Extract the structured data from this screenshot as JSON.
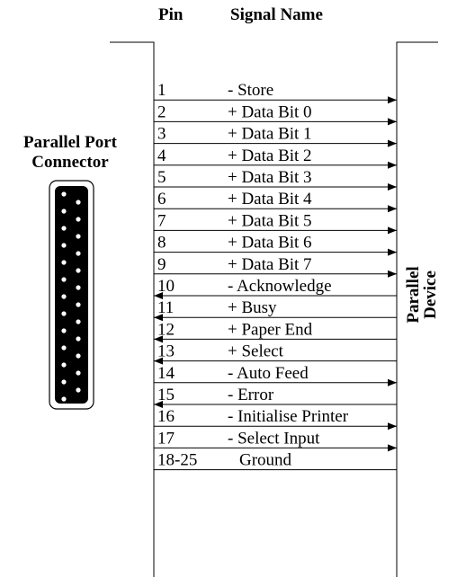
{
  "headers": {
    "pin": "Pin",
    "signal": "Signal Name"
  },
  "connector_label": [
    "Parallel Port",
    "Connector"
  ],
  "device_label": [
    "Parallel",
    "Device"
  ],
  "pins": [
    {
      "pin": "1",
      "signal": "- Store",
      "direction": "to-device"
    },
    {
      "pin": "2",
      "signal": "+ Data Bit 0",
      "direction": "to-device"
    },
    {
      "pin": "3",
      "signal": "+ Data Bit 1",
      "direction": "to-device"
    },
    {
      "pin": "4",
      "signal": "+ Data Bit 2",
      "direction": "to-device"
    },
    {
      "pin": "5",
      "signal": "+ Data Bit 3",
      "direction": "to-device"
    },
    {
      "pin": "6",
      "signal": "+ Data Bit 4",
      "direction": "to-device"
    },
    {
      "pin": "7",
      "signal": "+ Data Bit 5",
      "direction": "to-device"
    },
    {
      "pin": "8",
      "signal": "+ Data Bit 6",
      "direction": "to-device"
    },
    {
      "pin": "9",
      "signal": "+ Data Bit 7",
      "direction": "to-device"
    },
    {
      "pin": "10",
      "signal": "- Acknowledge",
      "direction": "to-port"
    },
    {
      "pin": "11",
      "signal": "+ Busy",
      "direction": "to-port"
    },
    {
      "pin": "12",
      "signal": "+ Paper End",
      "direction": "to-port"
    },
    {
      "pin": "13",
      "signal": "+ Select",
      "direction": "to-port"
    },
    {
      "pin": "14",
      "signal": "- Auto Feed",
      "direction": "to-device"
    },
    {
      "pin": "15",
      "signal": "- Error",
      "direction": "to-port"
    },
    {
      "pin": "16",
      "signal": "- Initialise Printer",
      "direction": "to-device"
    },
    {
      "pin": "17",
      "signal": "- Select Input",
      "direction": "to-device"
    },
    {
      "pin": "18-25",
      "signal": "Ground",
      "direction": "none"
    }
  ]
}
